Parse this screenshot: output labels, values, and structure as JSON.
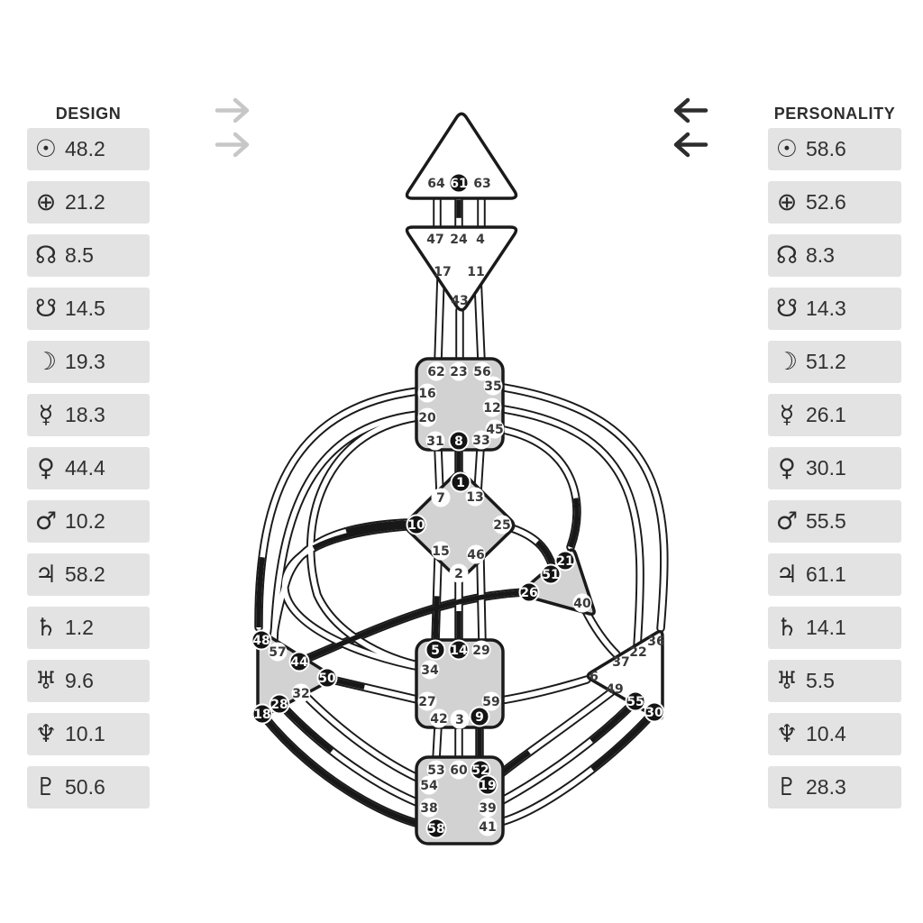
{
  "design_panel": {
    "title": "DESIGN",
    "rows": [
      {
        "planet": "sun",
        "glyph": "☉",
        "value": "48.2"
      },
      {
        "planet": "earth",
        "glyph": "⊕",
        "value": "21.2"
      },
      {
        "planet": "north-node",
        "glyph": "☊",
        "value": "8.5"
      },
      {
        "planet": "south-node",
        "glyph": "☋",
        "value": "14.5"
      },
      {
        "planet": "moon",
        "glyph": "☽",
        "value": "19.3"
      },
      {
        "planet": "mercury",
        "glyph": "☿",
        "value": "18.3"
      },
      {
        "planet": "venus",
        "glyph": "♀",
        "value": "44.4"
      },
      {
        "planet": "mars",
        "glyph": "♂",
        "value": "10.2"
      },
      {
        "planet": "jupiter",
        "glyph": "♃",
        "value": "58.2"
      },
      {
        "planet": "saturn",
        "glyph": "♄",
        "value": "1.2"
      },
      {
        "planet": "uranus",
        "glyph": "♅",
        "value": "9.6"
      },
      {
        "planet": "neptune",
        "glyph": "♆",
        "value": "10.1"
      },
      {
        "planet": "pluto",
        "glyph": "♇",
        "value": "50.6"
      }
    ]
  },
  "personality_panel": {
    "title": "PERSONALITY",
    "rows": [
      {
        "planet": "sun",
        "glyph": "☉",
        "value": "58.6"
      },
      {
        "planet": "earth",
        "glyph": "⊕",
        "value": "52.6"
      },
      {
        "planet": "north-node",
        "glyph": "☊",
        "value": "8.3"
      },
      {
        "planet": "south-node",
        "glyph": "☋",
        "value": "14.3"
      },
      {
        "planet": "moon",
        "glyph": "☽",
        "value": "51.2"
      },
      {
        "planet": "mercury",
        "glyph": "☿",
        "value": "26.1"
      },
      {
        "planet": "venus",
        "glyph": "♀",
        "value": "30.1"
      },
      {
        "planet": "mars",
        "glyph": "♂",
        "value": "55.5"
      },
      {
        "planet": "jupiter",
        "glyph": "♃",
        "value": "61.1"
      },
      {
        "planet": "saturn",
        "glyph": "♄",
        "value": "14.1"
      },
      {
        "planet": "uranus",
        "glyph": "♅",
        "value": "5.5"
      },
      {
        "planet": "neptune",
        "glyph": "♆",
        "value": "10.4"
      },
      {
        "planet": "pluto",
        "glyph": "♇",
        "value": "28.3"
      }
    ]
  },
  "arrows": {
    "design": {
      "direction": "right",
      "count": 2,
      "color": "#c7c7c7"
    },
    "personality": {
      "direction": "left",
      "count": 2,
      "color": "#2d2d2d"
    }
  },
  "bodygraph": {
    "centers": [
      {
        "name": "head",
        "defined": false,
        "gates": [
          {
            "num": 64,
            "filled": false
          },
          {
            "num": 61,
            "filled": true
          },
          {
            "num": 63,
            "filled": false
          }
        ]
      },
      {
        "name": "ajna",
        "defined": false,
        "gates": [
          {
            "num": 47,
            "filled": false
          },
          {
            "num": 24,
            "filled": false
          },
          {
            "num": 4,
            "filled": false
          },
          {
            "num": 17,
            "filled": false
          },
          {
            "num": 11,
            "filled": false
          },
          {
            "num": 43,
            "filled": false
          }
        ]
      },
      {
        "name": "throat",
        "defined": true,
        "gates": [
          {
            "num": 62,
            "filled": false
          },
          {
            "num": 23,
            "filled": false
          },
          {
            "num": 56,
            "filled": false
          },
          {
            "num": 16,
            "filled": false
          },
          {
            "num": 35,
            "filled": false
          },
          {
            "num": 20,
            "filled": false
          },
          {
            "num": 12,
            "filled": false
          },
          {
            "num": 45,
            "filled": false
          },
          {
            "num": 31,
            "filled": false
          },
          {
            "num": 8,
            "filled": true
          },
          {
            "num": 33,
            "filled": false
          }
        ]
      },
      {
        "name": "g-center",
        "defined": true,
        "gates": [
          {
            "num": 1,
            "filled": true
          },
          {
            "num": 7,
            "filled": false
          },
          {
            "num": 13,
            "filled": false
          },
          {
            "num": 10,
            "filled": true
          },
          {
            "num": 25,
            "filled": false
          },
          {
            "num": 15,
            "filled": false
          },
          {
            "num": 46,
            "filled": false
          },
          {
            "num": 2,
            "filled": false
          }
        ]
      },
      {
        "name": "heart",
        "defined": true,
        "gates": [
          {
            "num": 21,
            "filled": true
          },
          {
            "num": 51,
            "filled": true
          },
          {
            "num": 26,
            "filled": true
          },
          {
            "num": 40,
            "filled": false
          }
        ]
      },
      {
        "name": "spleen",
        "defined": true,
        "gates": [
          {
            "num": 48,
            "filled": true
          },
          {
            "num": 57,
            "filled": false
          },
          {
            "num": 44,
            "filled": true
          },
          {
            "num": 50,
            "filled": true
          },
          {
            "num": 32,
            "filled": false
          },
          {
            "num": 28,
            "filled": true
          },
          {
            "num": 18,
            "filled": true
          }
        ]
      },
      {
        "name": "solar-plexus",
        "defined": false,
        "gates": [
          {
            "num": 36,
            "filled": false
          },
          {
            "num": 22,
            "filled": false
          },
          {
            "num": 37,
            "filled": false
          },
          {
            "num": 6,
            "filled": false
          },
          {
            "num": 49,
            "filled": false
          },
          {
            "num": 55,
            "filled": true
          },
          {
            "num": 30,
            "filled": true
          }
        ]
      },
      {
        "name": "sacral",
        "defined": true,
        "gates": [
          {
            "num": 5,
            "filled": true
          },
          {
            "num": 14,
            "filled": true
          },
          {
            "num": 29,
            "filled": false
          },
          {
            "num": 34,
            "filled": false
          },
          {
            "num": 27,
            "filled": false
          },
          {
            "num": 59,
            "filled": false
          },
          {
            "num": 42,
            "filled": false
          },
          {
            "num": 3,
            "filled": false
          },
          {
            "num": 9,
            "filled": true
          }
        ]
      },
      {
        "name": "root",
        "defined": true,
        "gates": [
          {
            "num": 53,
            "filled": false
          },
          {
            "num": 60,
            "filled": false
          },
          {
            "num": 52,
            "filled": true
          },
          {
            "num": 54,
            "filled": false
          },
          {
            "num": 19,
            "filled": true
          },
          {
            "num": 38,
            "filled": false
          },
          {
            "num": 39,
            "filled": false
          },
          {
            "num": 58,
            "filled": true
          },
          {
            "num": 41,
            "filled": false
          }
        ]
      }
    ]
  }
}
